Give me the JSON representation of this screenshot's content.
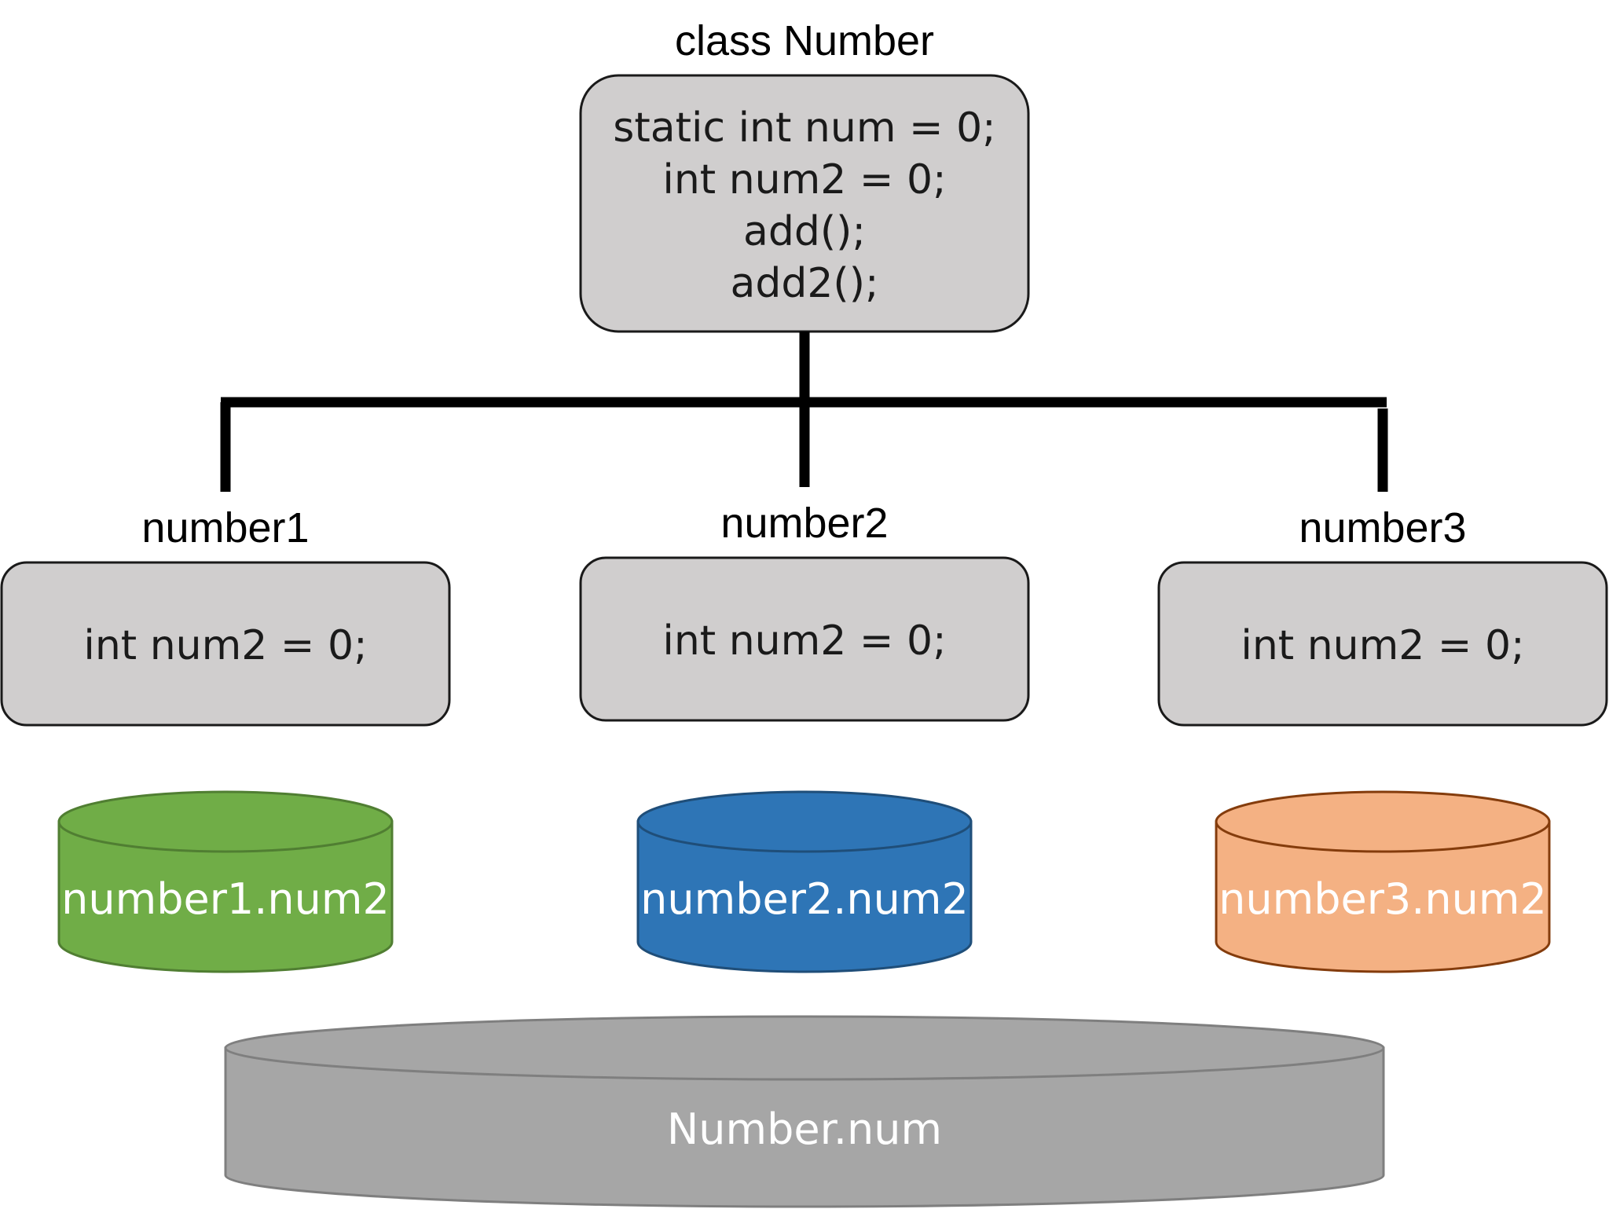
{
  "class_box": {
    "title": "class Number",
    "lines": [
      "static int num = 0;",
      "int num2 = 0;",
      "add();",
      "add2();"
    ]
  },
  "instances": [
    {
      "name": "number1",
      "code": "int num2 = 0;"
    },
    {
      "name": "number2",
      "code": "int num2 = 0;"
    },
    {
      "name": "number3",
      "code": "int num2 = 0;"
    }
  ],
  "storages": [
    {
      "label": "number1.num2",
      "fill": "#70ad47",
      "stroke": "#507e32"
    },
    {
      "label": "number2.num2",
      "fill": "#2e75b6",
      "stroke": "#1f4e79"
    },
    {
      "label": "number3.num2",
      "fill": "#f4b183",
      "stroke": "#843c0c"
    }
  ],
  "shared_storage": {
    "label": "Number.num",
    "fill": "#a6a6a6",
    "stroke": "#7f7f7f"
  },
  "colors": {
    "box_fill": "#d0cece",
    "box_stroke": "#1a1a1a",
    "connector": "#000000"
  }
}
